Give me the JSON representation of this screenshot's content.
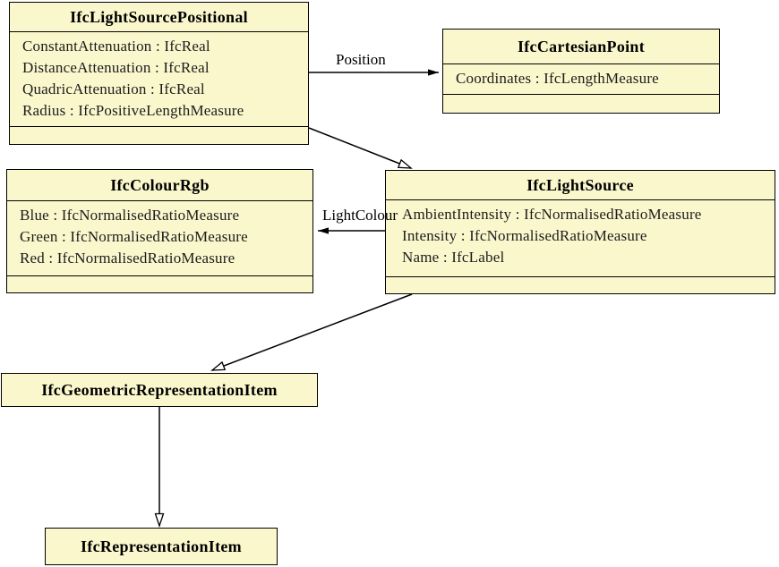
{
  "diagram": {
    "colors": {
      "box_fill": "#FBF7CD",
      "border": "#000000",
      "attribute_text": "#1C1C1C",
      "background": "#FFFFFF"
    },
    "classes": [
      {
        "title": "IfcLightSourcePositional",
        "attributes": [
          "ConstantAttenuation : IfcReal",
          "DistanceAttenuation : IfcReal",
          "QuadricAttenuation : IfcReal",
          "Radius : IfcPositiveLengthMeasure"
        ]
      },
      {
        "title": "IfcCartesianPoint",
        "attributes": [
          "Coordinates : IfcLengthMeasure"
        ]
      },
      {
        "title": "IfcColourRgb",
        "attributes": [
          "Blue : IfcNormalisedRatioMeasure",
          "Green : IfcNormalisedRatioMeasure",
          "Red : IfcNormalisedRatioMeasure"
        ]
      },
      {
        "title": "IfcLightSource",
        "attributes": [
          "AmbientIntensity : IfcNormalisedRatioMeasure",
          "Intensity : IfcNormalisedRatioMeasure",
          "Name : IfcLabel"
        ]
      },
      {
        "title": "IfcGeometricRepresentationItem",
        "attributes": []
      },
      {
        "title": "IfcRepresentationItem",
        "attributes": []
      }
    ],
    "edges": {
      "position_label": "Position",
      "light_colour_label": "LightColour"
    }
  }
}
